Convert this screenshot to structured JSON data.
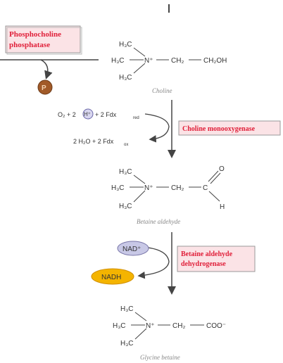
{
  "enzymes": {
    "e1": [
      "Phosphocholine",
      "phosphatase"
    ],
    "e2": "Choline monooxygenase",
    "e3": [
      "Betaine aldehyde",
      "dehydrogenase"
    ]
  },
  "compounds": {
    "choline": "Choline",
    "betaine_aldehyde": "Betaine aldehyde",
    "glycine_betaine": "Glycine betaine"
  },
  "atoms": {
    "h3c": "H₃C",
    "n_plus": "N⁺",
    "ch2": "CH₂",
    "ch2oh": "CH₂OH",
    "o": "O",
    "h": "H",
    "c": "C",
    "coo": "COO⁻"
  },
  "reaction2": {
    "inputs_pre": "O₂ + 2",
    "circled": "H⁺",
    "inputs_post": "+ 2 Fdx",
    "inputs_sub": "red",
    "outputs": "2 H₂O + 2 Fdx",
    "outputs_sub": "ox"
  },
  "cofactors": {
    "nad": "NAD⁺",
    "nadh": "NADH"
  },
  "colors": {
    "enzyme_text": "#e0203a",
    "enzyme_box": "#fbe3e6",
    "nad": "#c8c8e6",
    "nadh": "#f4b400",
    "phosphate": "#a15a28"
  }
}
